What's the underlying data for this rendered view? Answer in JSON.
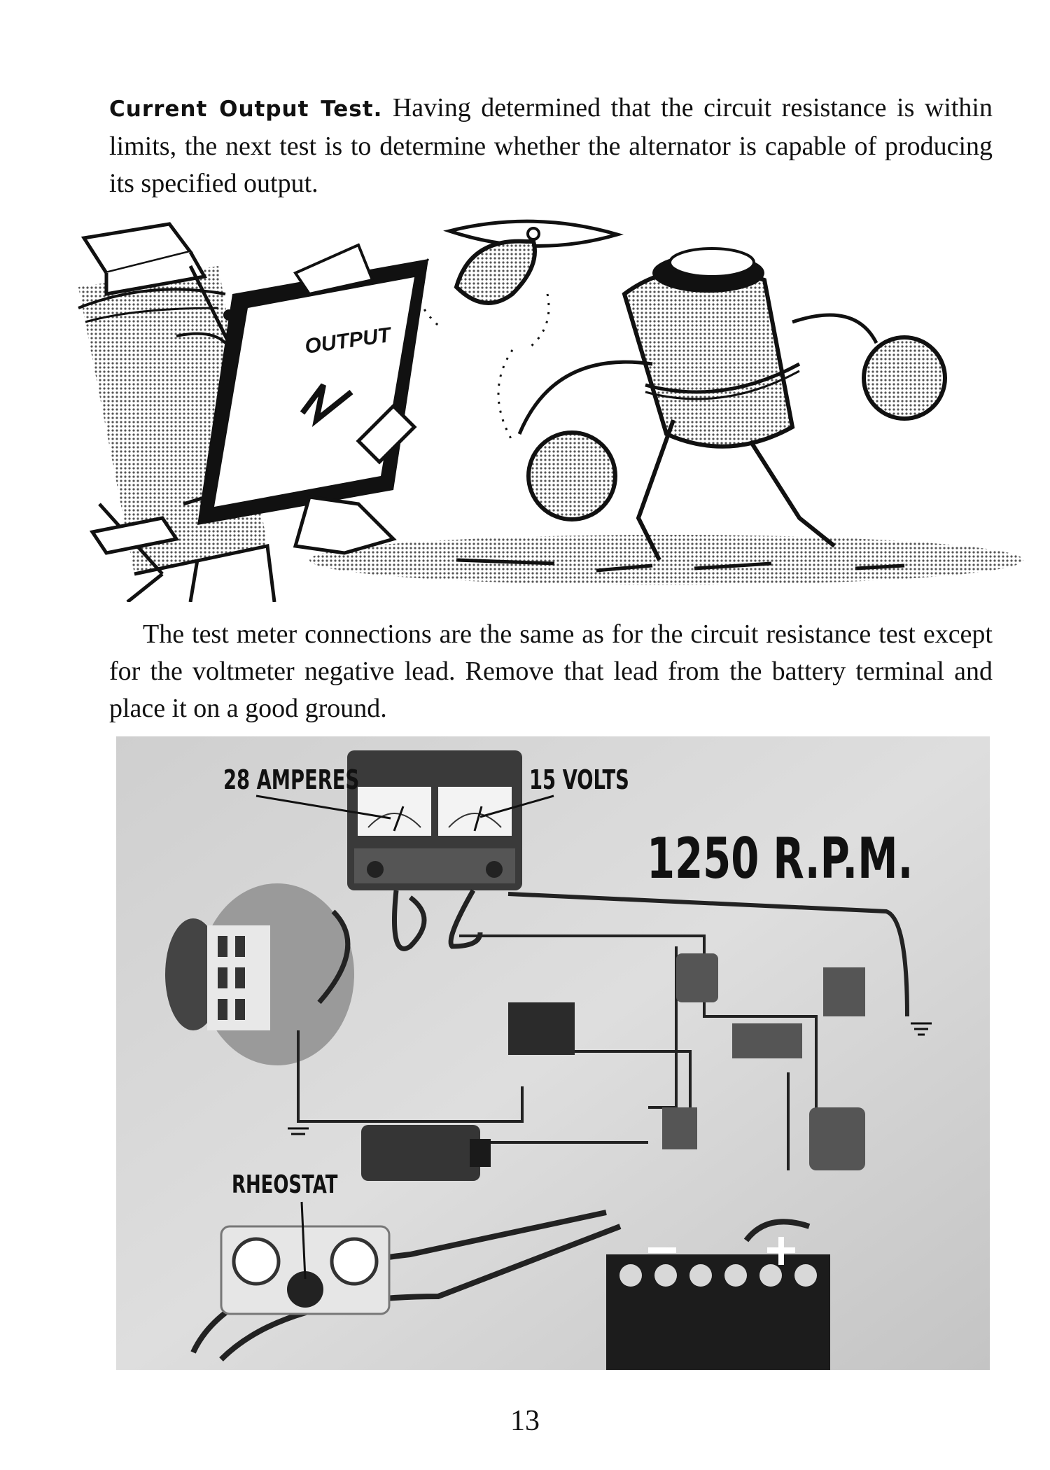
{
  "section": {
    "lead_title": "Current Output Test.",
    "intro_text": "Having determined that the circuit resistance is within limits, the next test is to determine whether the alternator is capable of producing its specified output."
  },
  "cartoon": {
    "clipboard_label": "OUTPUT"
  },
  "body": {
    "paragraph": "The test meter connections are the same as for the circuit resistance test except for the voltmeter negative lead. Remove that lead from the battery terminal and place it on a good ground."
  },
  "photo": {
    "amperes_label": "28 AMPERES",
    "volts_label": "15 VOLTS",
    "rpm_label": "1250 R.P.M.",
    "rheostat_label": "RHEOSTAT"
  },
  "footer": {
    "page_number": "13"
  }
}
